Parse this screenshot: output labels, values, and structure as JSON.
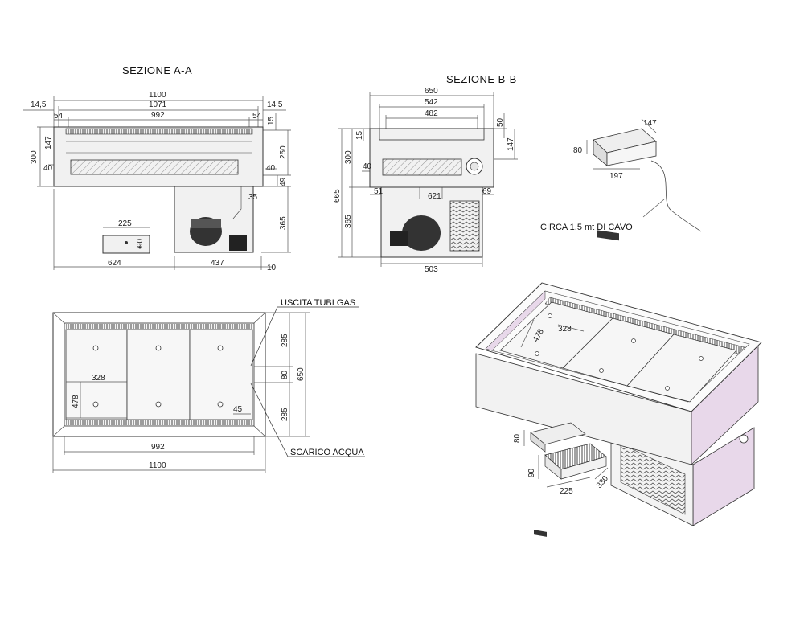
{
  "section_a": {
    "title": "SEZIONE A-A",
    "dims": {
      "w1100": "1100",
      "w1071": "1071",
      "w992": "992",
      "w54a": "54",
      "w54b": "54",
      "m14a": "14,5",
      "m14b": "14,5",
      "h300": "300",
      "h147": "147",
      "h40a": "40",
      "h40b": "40",
      "h15": "15",
      "h250": "250",
      "h49": "49",
      "h35": "35",
      "h365": "365",
      "w225": "225",
      "h90": "90",
      "w624": "624",
      "w437": "437",
      "w10": "10"
    }
  },
  "section_b": {
    "title": "SEZIONE B-B",
    "dims": {
      "w650": "650",
      "w542": "542",
      "w482": "482",
      "h50": "50",
      "h147": "147",
      "h15": "15",
      "h300": "300",
      "h40": "40",
      "h665": "665",
      "h365": "365",
      "w51": "51",
      "w621": "621",
      "w69": "69",
      "w503": "503"
    }
  },
  "control_box": {
    "dims": {
      "w147": "147",
      "h80": "80",
      "w197": "197"
    },
    "cable_note": "CIRCA 1,5 mt DI CAVO"
  },
  "plan_view": {
    "labels": {
      "gas": "USCITA TUBI GAS",
      "water": "SCARICO ACQUA"
    },
    "dims": {
      "w328": "328",
      "h478": "478",
      "w45": "45",
      "w992": "992",
      "w1100": "1100",
      "h285a": "285",
      "h80": "80",
      "h285b": "285",
      "h650": "650"
    }
  },
  "iso_view": {
    "dims": {
      "w478": "478",
      "w328": "328",
      "h80": "80",
      "h90": "90",
      "w225": "225",
      "w330": "330"
    }
  },
  "colors": {
    "line": "#333333",
    "panel": "#f1f1f1",
    "side_tint": "#e8d8ea",
    "grille": "#555555"
  }
}
